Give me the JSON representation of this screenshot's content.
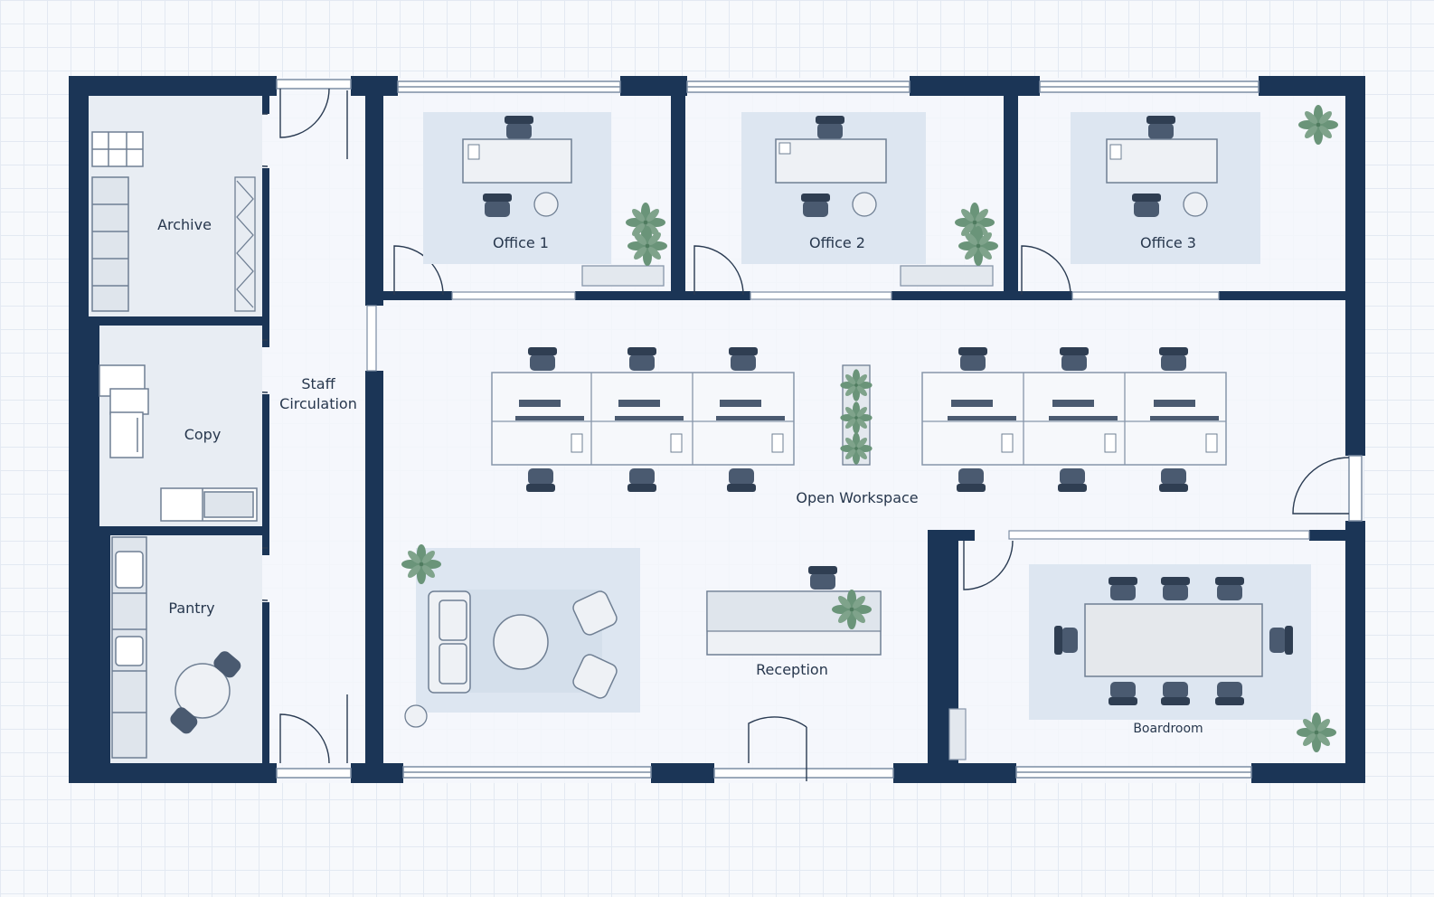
{
  "rooms": {
    "archive": "Archive",
    "copy": "Copy",
    "pantry": "Pantry",
    "staff_circulation": [
      "Staff",
      "Circulation"
    ],
    "office_1": "Office 1",
    "office_2": "Office 2",
    "office_3": "Office 3",
    "open_workspace": "Open Workspace",
    "reception": "Reception",
    "boardroom": "Boardroom"
  },
  "colors": {
    "wall": "#1b3556",
    "floor": "#f4f7fb",
    "rug": "#dde6f1",
    "furniture_fill": "#eef1f5",
    "furniture_stroke": "#8796aa",
    "chair": "#4a5a70",
    "plant": "#5f8a6e"
  },
  "icons": [
    "chair-icon",
    "desk-icon",
    "plant-icon",
    "door-swing-icon",
    "window-icon",
    "sofa-icon",
    "armchair-icon",
    "table-icon"
  ]
}
